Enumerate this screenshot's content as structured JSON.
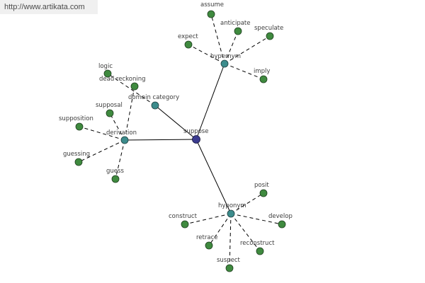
{
  "banner": {
    "url": "http://www.artikata.com"
  },
  "colors": {
    "root": "#3b3b8f",
    "hub": "#3c8c8c",
    "leaf": "#3f8a3f"
  },
  "graph": {
    "root": {
      "id": "suppose",
      "label": "suppose"
    },
    "hubs": [
      {
        "id": "hypernym",
        "label": "hypernym"
      },
      {
        "id": "derivation",
        "label": "derivation"
      },
      {
        "id": "domain_category",
        "label": "domain category"
      },
      {
        "id": "hyponym",
        "label": "hyponym"
      }
    ],
    "leaves": [
      {
        "id": "assume",
        "label": "assume",
        "hub": "hypernym"
      },
      {
        "id": "anticipate",
        "label": "anticipate",
        "hub": "hypernym"
      },
      {
        "id": "speculate",
        "label": "speculate",
        "hub": "hypernym"
      },
      {
        "id": "expect",
        "label": "expect",
        "hub": "hypernym"
      },
      {
        "id": "imply",
        "label": "imply",
        "hub": "hypernym"
      },
      {
        "id": "logic",
        "label": "logic",
        "hub": "domain_category"
      },
      {
        "id": "dead_reckoning",
        "label": "dead reckoning",
        "hub": "derivation"
      },
      {
        "id": "supposal",
        "label": "supposal",
        "hub": "derivation"
      },
      {
        "id": "supposition",
        "label": "supposition",
        "hub": "derivation"
      },
      {
        "id": "guessing",
        "label": "guessing",
        "hub": "derivation"
      },
      {
        "id": "guess",
        "label": "guess",
        "hub": "derivation"
      },
      {
        "id": "posit",
        "label": "posit",
        "hub": "hyponym"
      },
      {
        "id": "construct",
        "label": "construct",
        "hub": "hyponym"
      },
      {
        "id": "develop",
        "label": "develop",
        "hub": "hyponym"
      },
      {
        "id": "retrace",
        "label": "retrace",
        "hub": "hyponym"
      },
      {
        "id": "reconstruct",
        "label": "reconstruct",
        "hub": "hyponym"
      },
      {
        "id": "suspect",
        "label": "suspect",
        "hub": "hyponym"
      }
    ]
  }
}
